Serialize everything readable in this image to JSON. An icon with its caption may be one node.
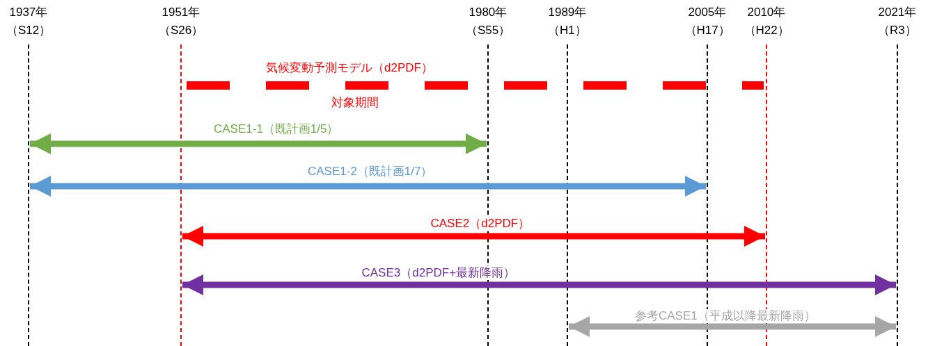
{
  "diagram": {
    "nodes": [
      {
        "text": [],
        "shape": "line",
        "beside": [
          "1937年",
          "（S12）"
        ]
      },
      {
        "text": [],
        "shape": "line",
        "beside": [
          "1951年",
          "（S26）"
        ]
      },
      {
        "text": [],
        "shape": "line",
        "beside": [
          "1980年",
          "（S55）"
        ]
      },
      {
        "text": [],
        "shape": "line",
        "beside": [
          "1989年",
          "（H1）"
        ]
      },
      {
        "text": [],
        "shape": "line",
        "beside": [
          "2005年",
          "（H17）"
        ]
      },
      {
        "text": [],
        "shape": "line",
        "beside": [
          "2010年",
          "（H22）"
        ]
      },
      {
        "text": [],
        "shape": "line",
        "beside": [
          "2021年",
          "（R3）"
        ]
      }
    ],
    "edges": [
      {
        "from": 1,
        "to": 5,
        "arrow": "none",
        "style": "dashed",
        "color": "#ff0000",
        "label": "気候変動予測モデル（d2PDF）"
      },
      {
        "from": 0,
        "to": 2,
        "arrow": "both",
        "color": "#70ad47",
        "label": "CASE1-1（既計画1/5）"
      },
      {
        "from": 0,
        "to": 4,
        "arrow": "both",
        "color": "#5b9bd5",
        "label": "CASE1-2（既計画1/7）"
      },
      {
        "from": 1,
        "to": 5,
        "arrow": "both",
        "color": "#ff0000",
        "label": "CASE2（d2PDF）"
      },
      {
        "from": 1,
        "to": 6,
        "arrow": "both",
        "color": "#7030a0",
        "label": "CASE3（d2PDF+最新降雨）"
      },
      {
        "from": 3,
        "to": 6,
        "arrow": "both",
        "color": "#a6a6a6",
        "label": "参考CASE1（平成以降最新降雨）"
      }
    ],
    "labels": [
      "対象期間"
    ]
  }
}
